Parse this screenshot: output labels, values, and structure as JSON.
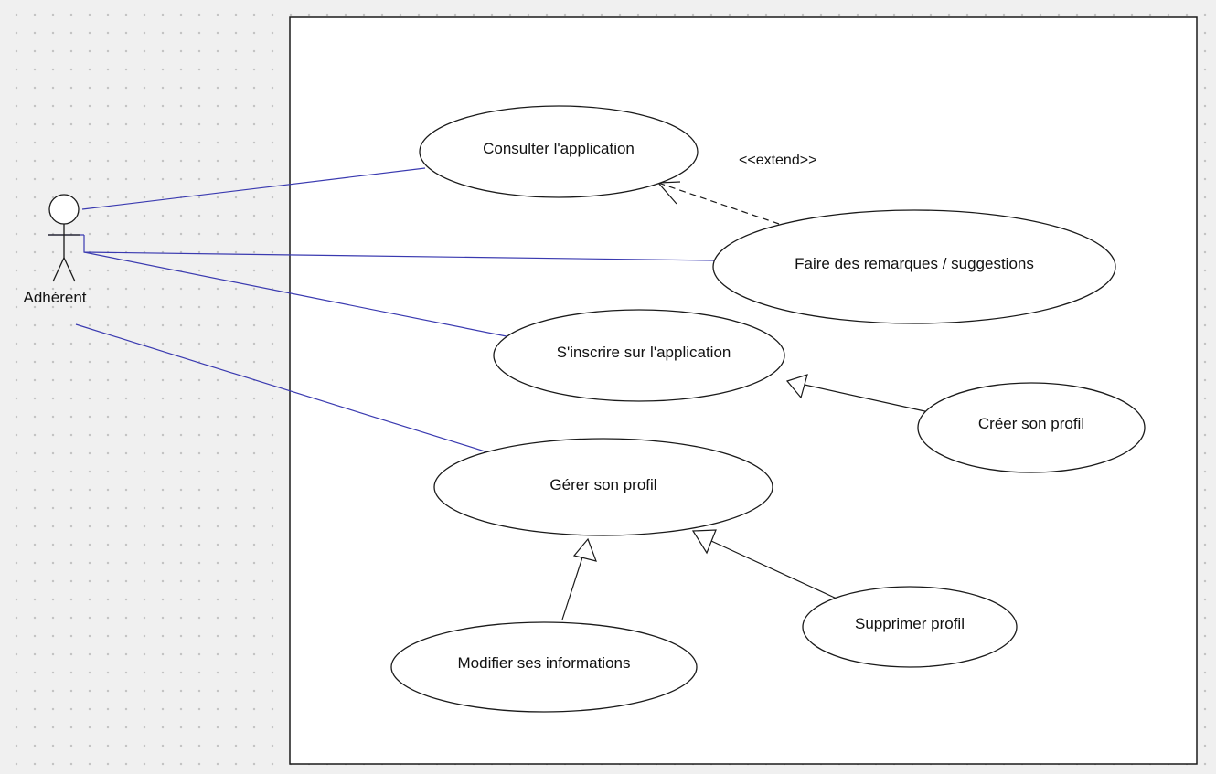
{
  "diagram": {
    "type": "use-case",
    "actor": {
      "id": "adherent",
      "name": "Adhérent",
      "icon": "stick-figure-icon"
    },
    "use_cases": [
      {
        "id": "consulter",
        "label": "Consulter l'application"
      },
      {
        "id": "remarques",
        "label": "Faire des remarques / suggestions"
      },
      {
        "id": "inscrire",
        "label": "S'inscrire sur l'application"
      },
      {
        "id": "creer",
        "label": "Créer son profil"
      },
      {
        "id": "gerer",
        "label": "Gérer son profil"
      },
      {
        "id": "supprimer",
        "label": "Supprimer profil"
      },
      {
        "id": "modifier",
        "label": "Modifier ses informations"
      }
    ],
    "relations": [
      {
        "type": "association",
        "from": "adherent",
        "to": "consulter"
      },
      {
        "type": "association",
        "from": "adherent",
        "to": "remarques"
      },
      {
        "type": "association",
        "from": "adherent",
        "to": "inscrire"
      },
      {
        "type": "association",
        "from": "adherent",
        "to": "gerer"
      },
      {
        "type": "extend",
        "from": "remarques",
        "to": "consulter",
        "label": "<<extend>>"
      },
      {
        "type": "generalization",
        "from": "creer",
        "to": "inscrire"
      },
      {
        "type": "generalization",
        "from": "modifier",
        "to": "gerer"
      },
      {
        "type": "generalization",
        "from": "supprimer",
        "to": "gerer"
      }
    ],
    "colors": {
      "association": "#3a3ab0",
      "line": "#1a1a1a",
      "background": "#f0f0f0",
      "boundary_fill": "#ffffff"
    }
  }
}
